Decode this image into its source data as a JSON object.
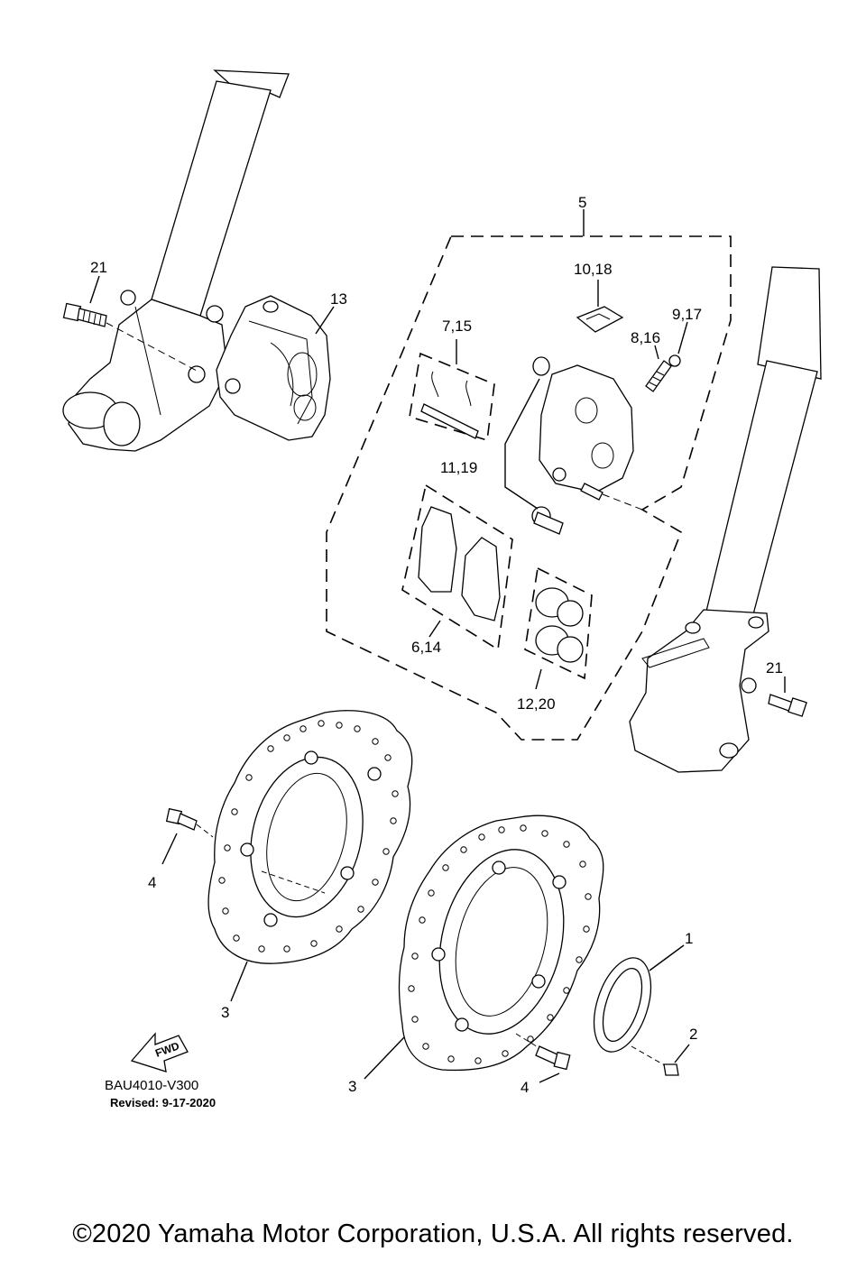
{
  "callouts": {
    "c1": "1",
    "c2": "2",
    "c3a": "3",
    "c3b": "3",
    "c4a": "4",
    "c4b": "4",
    "c5": "5",
    "c6_14": "6,14",
    "c7_15": "7,15",
    "c8_16": "8,16",
    "c9_17": "9,17",
    "c10_18": "10,18",
    "c11_19": "11,19",
    "c12_20": "12,20",
    "c13": "13",
    "c21a": "21",
    "c21b": "21"
  },
  "fwd_label": "FWD",
  "diagram_code": "BAU4010-V300",
  "revised": "Revised: 9-17-2020",
  "copyright": "©2020 Yamaha Motor Corporation, U.S.A. All rights reserved."
}
